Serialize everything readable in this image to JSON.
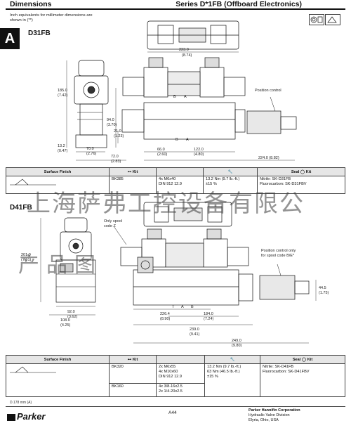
{
  "header": {
    "section": "Dimensions",
    "series": "Series D*1FB (Offboard Electronics)",
    "tab": "A",
    "note": "Inch equivalents for millimeter dimensions are shown in (**)"
  },
  "top": {
    "model": "D31FB",
    "position_control_label": "Position control",
    "dimensions": [
      "223.0",
      "(8.74)",
      "185.0",
      "(7.42)",
      "94.0",
      "(3.70)",
      "21.0",
      "(1.23)",
      "13.2",
      "(0.47)",
      "70.0",
      "(2.76)",
      "72.0",
      "(2.83)",
      "66.0",
      "(2.60)",
      "122.0",
      "(4.80)",
      "224.0 (8.82)"
    ],
    "port_labels": [
      "B",
      "A",
      "B",
      "A"
    ],
    "table": {
      "headers": [
        "Surface Finish",
        "Kit",
        "",
        "Seal",
        "Kit"
      ],
      "row": {
        "kit": "BK385",
        "bolts": [
          "4x M6x40",
          "DIN 912 12.9"
        ],
        "torque": [
          "13.2 Nm (9.7 lb.-ft.)",
          "±15 %"
        ],
        "seal": [
          "Nitrile: SK-D31FB",
          "Fluorocarbon: SK-D31FBV"
        ]
      }
    }
  },
  "bottom": {
    "model": "D41FB",
    "spool_label": [
      "Only spool",
      "code Z"
    ],
    "position_control_label": [
      "Position control only",
      "for spool code B/E*"
    ],
    "dimensions": [
      "201.0",
      "(7.91)",
      "92.0",
      "(3.62)",
      "108.0",
      "(4.25)",
      "44.5",
      "(1.75)",
      "226.4",
      "(8.90)",
      "184.0",
      "(7.24)",
      "239.0",
      "(9.41)",
      "249.0",
      "(9.80)"
    ],
    "port_labels": [
      "T",
      "A",
      "B"
    ],
    "table": {
      "headers": [
        "Surface Finish",
        "Kit",
        "",
        "Seal",
        "Kit"
      ],
      "rows": [
        {
          "kit": "BK320",
          "bolts": [
            "2x M6x55",
            "4x M10x60",
            "DIN 912 12.9"
          ],
          "torque": [
            "13.2 Nm (9.7 lb.-ft.)",
            "63 Nm (46.5 lb.-ft.)",
            "±15 %"
          ]
        },
        {
          "kit": "BK160",
          "bolts": [
            "4x 3/8-16x2.5",
            "2x 1/4-20x2.5"
          ],
          "torque": []
        }
      ],
      "seal": [
        "Nitrile: SK-D41FB",
        "Fluorocarbon: SK-D41FBV"
      ]
    }
  },
  "watermark": {
    "line1": "上海萨弗工控设备有限公",
    "line2": "产品图"
  },
  "footer": {
    "small_note": "D.178 mm (A)",
    "page": "A44",
    "company": "Parker Hannifin Corporation",
    "division": "Hydraulic Valve Division",
    "city": "Elyria, Ohio, USA",
    "logo_text": "Parker"
  }
}
